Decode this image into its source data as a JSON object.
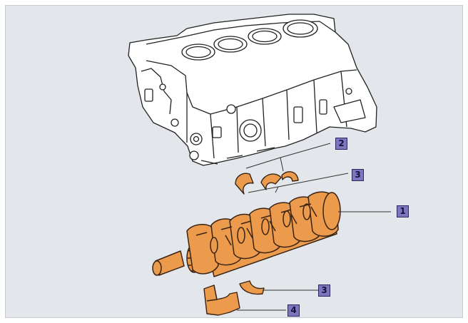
{
  "diagram": {
    "callouts": [
      {
        "id": "c1",
        "label": "1",
        "part": "crankshaft"
      },
      {
        "id": "c2",
        "label": "2",
        "part": "upper-thrust-washers"
      },
      {
        "id": "c3a",
        "label": "3",
        "part": "upper-main-bearing-shells"
      },
      {
        "id": "c3b",
        "label": "3",
        "part": "lower-main-bearing-shell"
      },
      {
        "id": "c4",
        "label": "4",
        "part": "main-bearing-cap"
      }
    ],
    "colors": {
      "background": "#e3e6ea",
      "parts_fill": "#ec9a4c",
      "parts_outline": "#3a2414",
      "block_fill": "#ffffff",
      "callout_fill": "#7d76bf"
    }
  }
}
